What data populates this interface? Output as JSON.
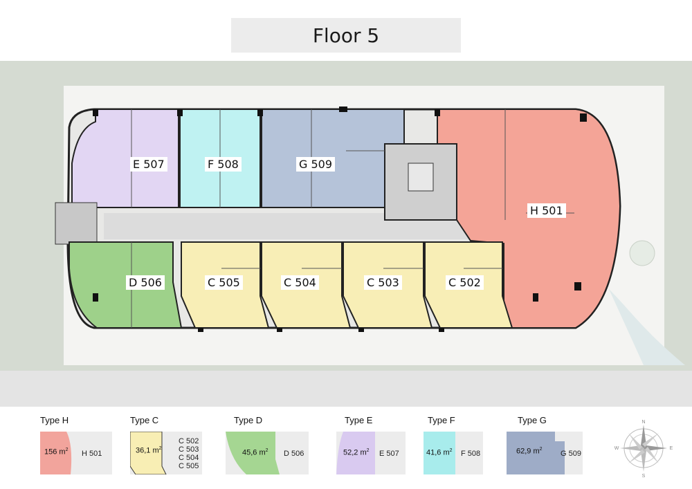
{
  "title": "Floor 5",
  "units": [
    {
      "id": "E 507"
    },
    {
      "id": "F 508"
    },
    {
      "id": "G 509"
    },
    {
      "id": "H 501"
    },
    {
      "id": "D 506"
    },
    {
      "id": "C 505"
    },
    {
      "id": "C 504"
    },
    {
      "id": "C 503"
    },
    {
      "id": "C 502"
    }
  ],
  "legend": [
    {
      "type": "Type H",
      "area": "156 m",
      "sup": "2",
      "units": [
        "H 501"
      ],
      "color": "#f2a49c"
    },
    {
      "type": "Type C",
      "area": "36,1 m",
      "sup": "2",
      "units": [
        "C 502",
        "C 503",
        "C 504",
        "C 505"
      ],
      "color": "#f8eeb4"
    },
    {
      "type": "Type D",
      "area": "45,6 m",
      "sup": "2",
      "units": [
        "D 506"
      ],
      "color": "#a5d692"
    },
    {
      "type": "Type E",
      "area": "52,2 m",
      "sup": "2",
      "units": [
        "E 507"
      ],
      "color": "#d9caf0"
    },
    {
      "type": "Type F",
      "area": "41,6 m",
      "sup": "2",
      "units": [
        "F 508"
      ],
      "color": "#a8ecec"
    },
    {
      "type": "Type G",
      "area": "62,9 m",
      "sup": "2",
      "units": [
        "G 509"
      ],
      "color": "#9eacc7"
    }
  ],
  "compass": {
    "n": "N",
    "s": "S",
    "e": "E",
    "w": "W"
  },
  "colors": {
    "site": "#d6dcd3",
    "walkway": "#dcdcdc",
    "wall": "#111111"
  }
}
